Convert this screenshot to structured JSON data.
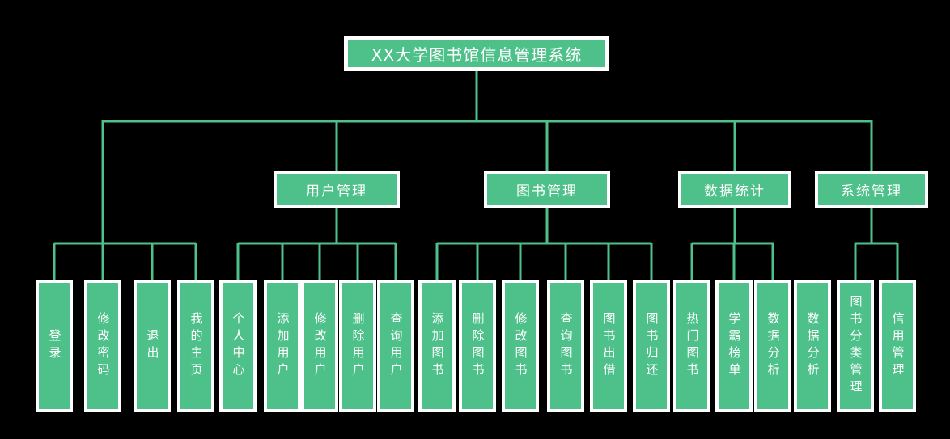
{
  "diagram": {
    "title": "XX大学图书馆信息管理系统"
  },
  "branches": [
    {
      "label": null,
      "children": [
        "登录",
        "修改密码",
        "退出",
        "我的主页"
      ]
    },
    {
      "label": "用户管理",
      "children": [
        "个人中心",
        "添加用户",
        "修改用户",
        "删除用户",
        "查询用户"
      ]
    },
    {
      "label": "图书管理",
      "children": [
        "添加图书",
        "删除图书",
        "修改图书",
        "查询图书",
        "图书出借",
        "图书归还"
      ]
    },
    {
      "label": "数据统计",
      "children": [
        "热门图书",
        "学霸榜单",
        "数据分析",
        "数据分析"
      ]
    },
    {
      "label": "系统管理",
      "children": [
        "图书分类管理",
        "信用管理"
      ]
    }
  ],
  "colors": {
    "background": "#000000",
    "node_fill": "#4EC18B",
    "node_border": "#FFFFFF",
    "connector": "#4EC18B",
    "text": "#FFFFFF"
  }
}
